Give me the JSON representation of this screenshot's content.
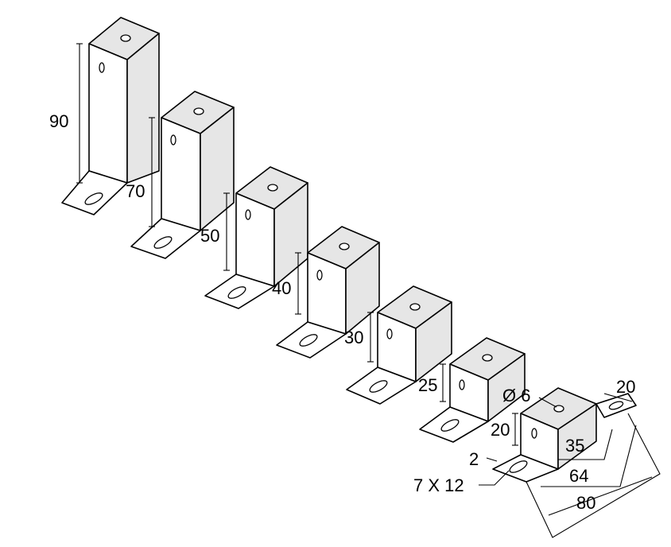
{
  "brackets": [
    {
      "height_label": "90"
    },
    {
      "height_label": "70"
    },
    {
      "height_label": "50"
    },
    {
      "height_label": "40"
    },
    {
      "height_label": "30"
    },
    {
      "height_label": "25"
    },
    {
      "height_label": "20"
    }
  ],
  "detail_dims": {
    "hole_diameter": "Ø 6",
    "flange_width": "20",
    "inner_width": "35",
    "mid_width": "64",
    "overall_width": "80",
    "thickness": "2",
    "slot": "7 X 12"
  }
}
